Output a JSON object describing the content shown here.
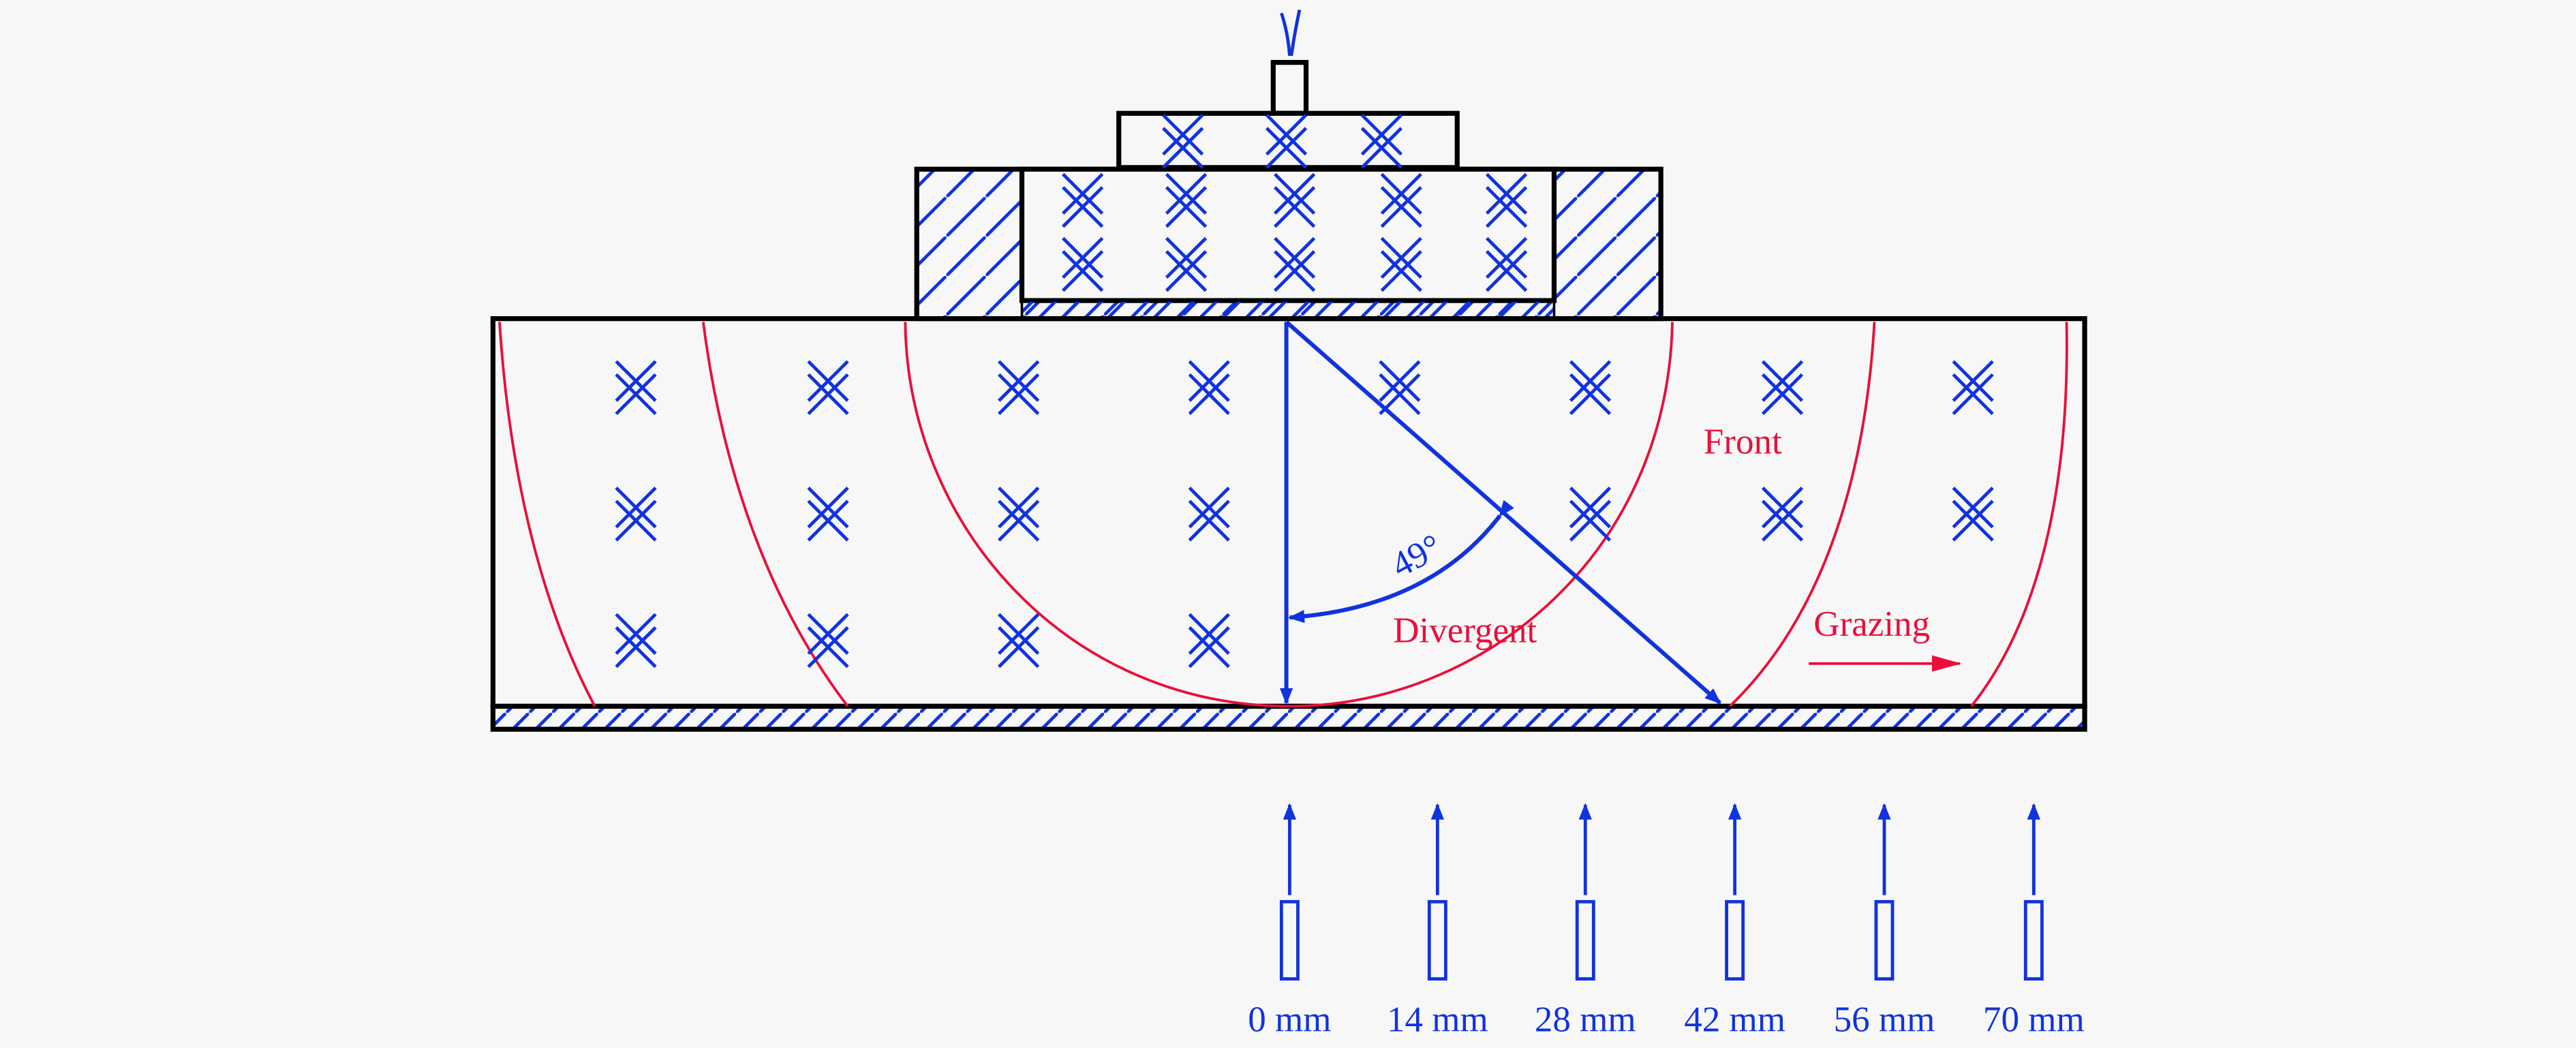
{
  "labels": {
    "front": "Front",
    "divergent": "Divergent",
    "grazing": "Grazing",
    "angle": "49°"
  },
  "sensors": [
    {
      "label": "0 mm"
    },
    {
      "label": "14 mm"
    },
    {
      "label": "28 mm"
    },
    {
      "label": "42 mm"
    },
    {
      "label": "56 mm"
    },
    {
      "label": "70 mm"
    }
  ],
  "colors": {
    "outline": "#000000",
    "blue": "#1133dd",
    "red": "#e8103a"
  }
}
